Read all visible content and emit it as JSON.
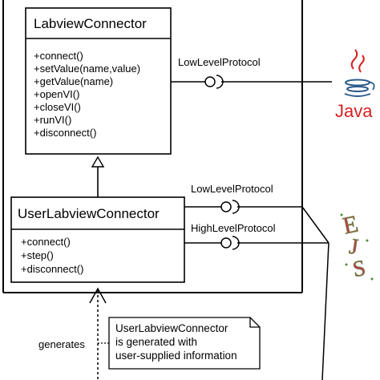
{
  "classes": {
    "labview": {
      "name": "LabviewConnector",
      "methods": [
        "+connect()",
        "+setValue(name,value)",
        "+getValue(name)",
        "+openVI()",
        "+closeVI()",
        "+runVI()",
        "+disconnect()"
      ]
    },
    "user": {
      "name": "UserLabviewConnector",
      "methods": [
        "+connect()",
        "+step()",
        "+disconnect()"
      ]
    }
  },
  "interfaces": {
    "top": "LowLevelProtocol",
    "mid_low": "LowLevelProtocol",
    "mid_high": "HighLevelProtocol"
  },
  "generates_label": "generates",
  "note_lines": [
    "UserLabviewConnector",
    "is generated with",
    "user-supplied information"
  ],
  "logos": {
    "java": {
      "text": "Java",
      "icon": "java-logo-icon"
    },
    "ejs": {
      "letters": [
        "E",
        "J",
        "S"
      ],
      "icon": "ejs-logo-icon"
    }
  },
  "colors": {
    "java_red": "#d71f1f",
    "java_blue": "#2d5b8c",
    "ejs_red": "#c23b4a",
    "ejs_green": "#4a8a3a"
  }
}
